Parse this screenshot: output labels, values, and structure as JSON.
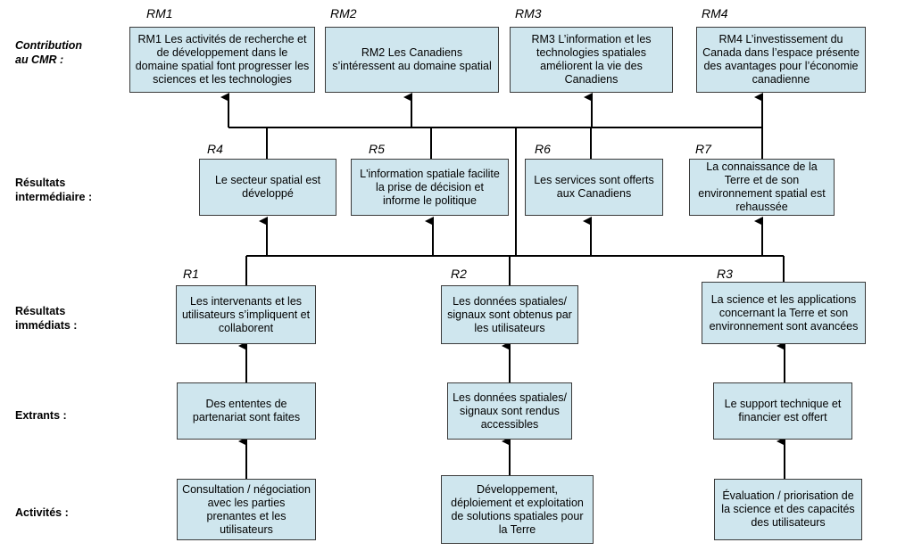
{
  "rows": {
    "cmr": "Contribution\nau CMR :",
    "intermediate": "Résultats\nintermédiaire :",
    "immediate": "Résultats\nimmédiats :",
    "outputs": "Extrants :",
    "activities": "Activités :"
  },
  "rm1": {
    "code": "RM1",
    "text": "RM1 Les activités de recherche et de développement dans le domaine spatial font progresser les sciences et les technologies"
  },
  "rm2": {
    "code": "RM2",
    "text": "RM2 Les Canadiens s’intéressent au domaine spatial"
  },
  "rm3": {
    "code": "RM3",
    "text": "RM3 L’information et les technologies spatiales améliorent la vie des Canadiens"
  },
  "rm4": {
    "code": "RM4",
    "text": "RM4 L’investissement du Canada dans l’espace présente des avantages pour l’économie canadienne"
  },
  "r4": {
    "code": "R4",
    "text": "Le secteur spatial est développé"
  },
  "r5": {
    "code": "R5",
    "text": "L'information spatiale facilite la prise de décision et informe le politique"
  },
  "r6": {
    "code": "R6",
    "text": "Les services sont offerts aux Canadiens"
  },
  "r7": {
    "code": "R7",
    "text": "La connaissance de la Terre et de son environnement spatial est rehaussée"
  },
  "r1": {
    "code": "R1",
    "text": "Les intervenants et les utilisateurs s’impliquent et collaborent"
  },
  "r2": {
    "code": "R2",
    "text": "Les données spatiales/ signaux sont obtenus par les utilisateurs"
  },
  "r3": {
    "code": "R3",
    "text": "La science et les applications concernant la Terre et son environnement sont avancées"
  },
  "out1": {
    "text": "Des ententes de partenariat sont faites"
  },
  "out2": {
    "text": "Les données spatiales/ signaux sont rendus accessibles"
  },
  "out3": {
    "text": "Le support technique et financier est offert"
  },
  "act1": {
    "text": "Consultation / négociation avec les parties prenantes et les utilisateurs"
  },
  "act2": {
    "text": "Développement, déploiement et exploitation de solutions spatiales pour la Terre"
  },
  "act3": {
    "text": "Évaluation / priorisation de la science et des capacités des utilisateurs"
  }
}
